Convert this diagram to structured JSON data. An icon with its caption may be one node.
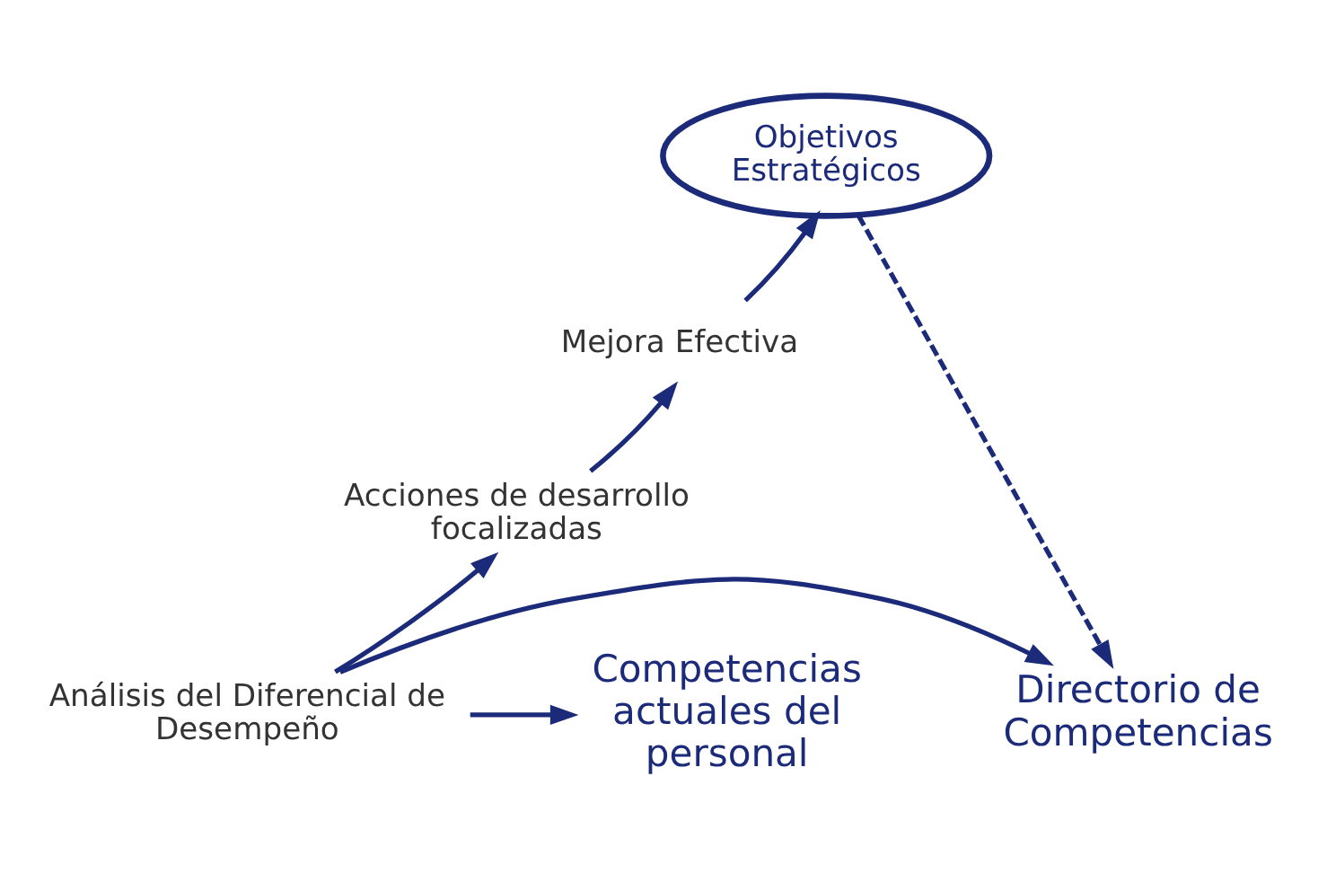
{
  "diagram": {
    "nodes": [
      {
        "text": [
          "Objetivos Estratégicos"
        ]
      },
      {
        "text": [
          "Mejora Efectiva"
        ]
      },
      {
        "text": [
          "Acciones de desarrollo focalizadas"
        ]
      },
      {
        "text": [
          "Directorio de Competencias"
        ]
      },
      {
        "text": [
          "Competencias actuales del personal"
        ]
      },
      {
        "text": [
          "Análisis del Diferencial de Desempeño"
        ]
      }
    ],
    "edges": [
      {
        "from": 0,
        "to": 3,
        "arrow": "to",
        "style": "dashed"
      },
      {
        "from": 1,
        "to": 0,
        "arrow": "to"
      },
      {
        "from": 2,
        "to": 1,
        "arrow": "to"
      },
      {
        "from": 5,
        "to": 2,
        "arrow": "to"
      },
      {
        "from": 5,
        "to": 3,
        "arrow": "to"
      },
      {
        "from": 5,
        "to": 4,
        "arrow": "to"
      }
    ]
  }
}
